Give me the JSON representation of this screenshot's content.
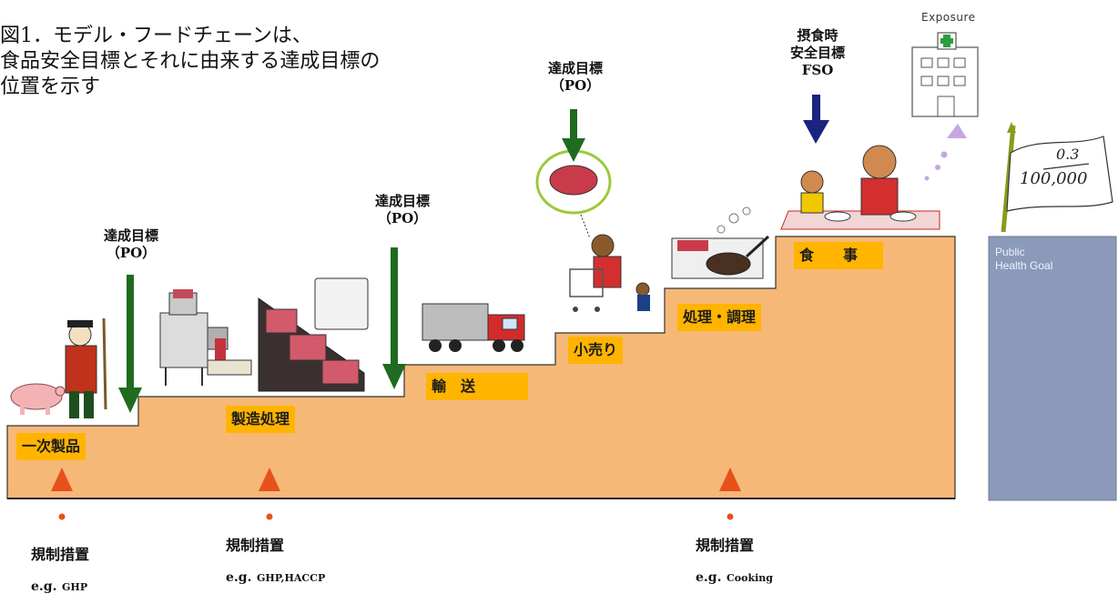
{
  "title": {
    "line1": "図1．モデル・フードチェーンは、",
    "line2": "食品安全目標とそれに由来する達成目標の",
    "line3": "位置を示す"
  },
  "targets": {
    "po1": {
      "line1": "達成目標",
      "line2": "（PO）"
    },
    "po2": {
      "line1": "達成目標",
      "line2": "（PO）"
    },
    "po3": {
      "line1": "達成目標",
      "line2": "（PO）"
    },
    "fso": {
      "line1": "摂食時",
      "line2": "安全目標",
      "line3": "FSO"
    }
  },
  "stages": [
    {
      "label": "一次製品"
    },
    {
      "label": "製造処理"
    },
    {
      "label": "輸　送"
    },
    {
      "label": "小売り"
    },
    {
      "label": "処理・調理"
    },
    {
      "label": "食　　事"
    }
  ],
  "regulations": [
    {
      "title": "規制措置",
      "eg_prefix": "e.g.",
      "eg_text": "GHP"
    },
    {
      "title": "規制措置",
      "eg_prefix": "e.g.",
      "eg_text": "GHP,HACCP"
    },
    {
      "title": "規制措置",
      "eg_prefix": "e.g.",
      "eg_text": "Cooking"
    }
  ],
  "exposure": "Exposure",
  "public_health_goal": {
    "line1": "Public",
    "line2": "Health Goal"
  },
  "flag": {
    "numerator": "0.3",
    "denominator": "100,000"
  },
  "colors": {
    "staircase": "#f6b877",
    "label_bg": "#ffb400",
    "po_arrow": "#1f6b1f",
    "fso_arrow": "#1a237e",
    "regulation_arrow": "#e8501a",
    "public_health_box": "#8b9ab8",
    "exposure_arrow": "#c7a6e0"
  }
}
